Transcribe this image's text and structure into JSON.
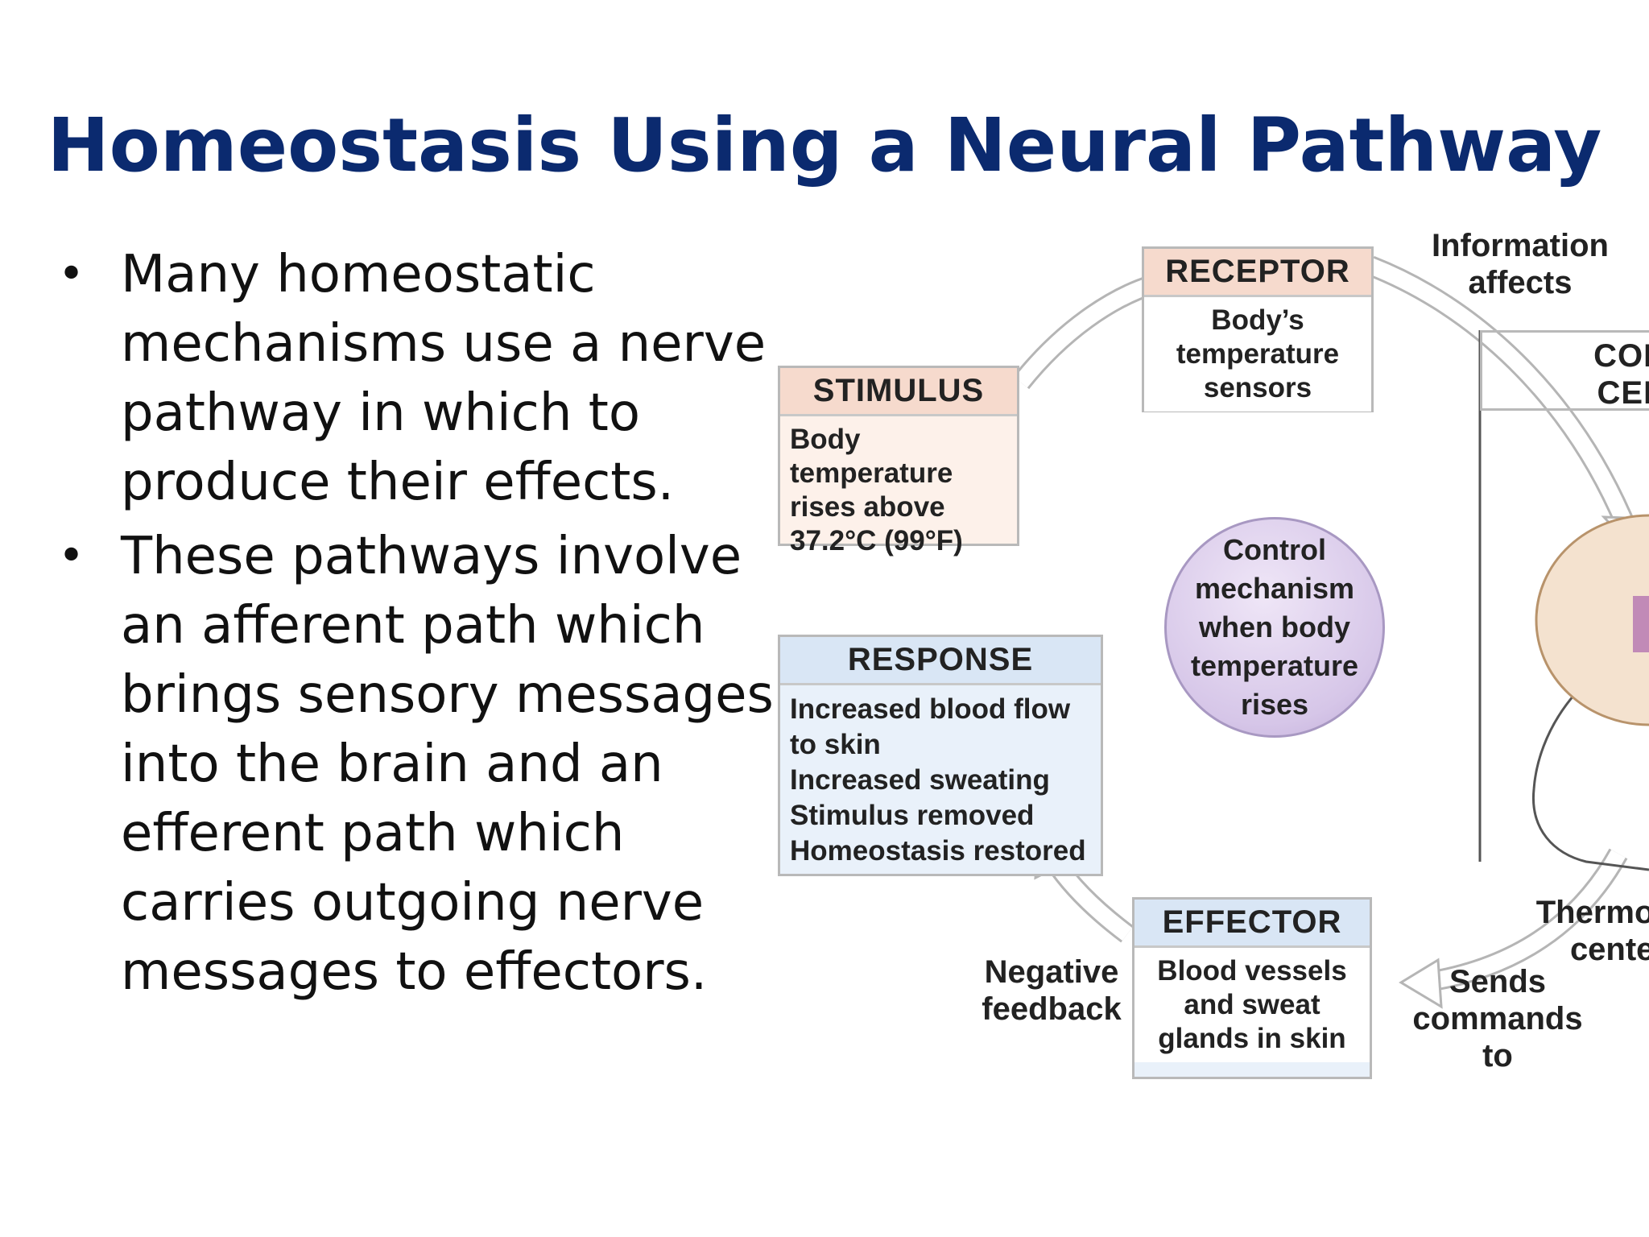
{
  "title": "Homeostasis Using a Neural Pathway",
  "bullets": [
    "Many homeostatic mechanisms use a nerve pathway in which to produce their effects.",
    "These pathways involve an afferent path which brings sensory messages into the brain and an efferent path which carries outgoing nerve messages to effectors."
  ],
  "diagram": {
    "receptor": {
      "head": "RECEPTOR",
      "body": "Body’s temperature sensors"
    },
    "stimulus": {
      "head": "STIMULUS",
      "body": "Body temperature rises above 37.2°C (99°F)"
    },
    "response": {
      "head": "RESPONSE",
      "lines": [
        "Increased blood flow to skin",
        "Increased sweating",
        "Stimulus removed",
        "Homeostasis restored"
      ]
    },
    "effector": {
      "head": "EFFECTOR",
      "body": "Blood vessels and sweat glands in skin"
    },
    "control_center": {
      "head": "CON CEN"
    },
    "circle_text": "Control mechanism when body temperature rises",
    "info_label": "Information affects",
    "negative_feedback": "Negative feedback",
    "sends_commands": "Sends commands to",
    "thermo_label": "Thermor center"
  },
  "colors": {
    "title": "#0b2a6f",
    "stimulus_receptor_fill": "#f6dacd",
    "response_effector_fill": "#d9e6f5",
    "control_center_fill": "#f8ecc6",
    "circle_fill": "#d6c6e8"
  }
}
